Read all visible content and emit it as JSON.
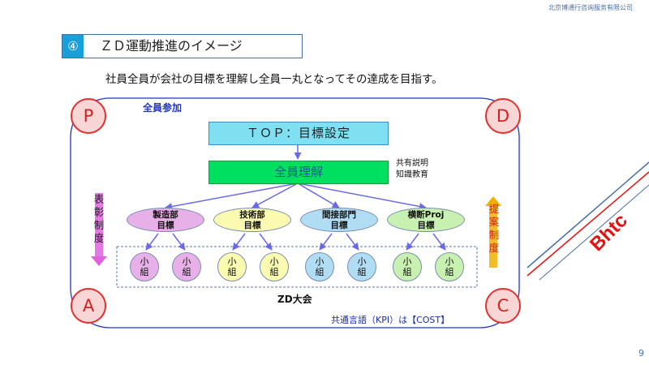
{
  "company": "北京博通行咨询服务有限公司",
  "title": {
    "number": "④",
    "text": "ＺＤ運動推進のイメージ"
  },
  "subtitle": "社員全員が会社の目標を理解し全員一丸となってその達成を目指す。",
  "corners": {
    "p": "P",
    "d": "D",
    "a": "A",
    "c": "C"
  },
  "all_join": "全員参加",
  "top_box": "ＴＯＰ：目標設定",
  "understand_box": "全員理解",
  "note": {
    "line1": "共有説明",
    "line2": "知識教育"
  },
  "goals": [
    {
      "line1": "製造部",
      "line2": "目標",
      "color": "#e8b0e8"
    },
    {
      "line1": "技術部",
      "line2": "目標",
      "color": "#fafab0"
    },
    {
      "line1": "間接部門",
      "line2": "目標",
      "color": "#b0dcf4"
    },
    {
      "line1": "横断Proj",
      "line2": "目標",
      "color": "#c8f0b0"
    }
  ],
  "small_group": {
    "line1": "小",
    "line2": "組"
  },
  "zd_label": "ZD大会",
  "kpi": "共通言語（KPI）は【COST】",
  "left_vertical": [
    "表",
    "彰",
    "制",
    "度"
  ],
  "right_vertical": [
    "提",
    "案",
    "制",
    "度"
  ],
  "logo": "Bhtc",
  "page_number": "9",
  "colors": {
    "corner_fill": "#f8d6d6",
    "corner_stroke": "#e03030",
    "arrow_blue": "#6a6ae8",
    "left_arrow": "#e060e0",
    "right_arrow": "#f0b000"
  }
}
